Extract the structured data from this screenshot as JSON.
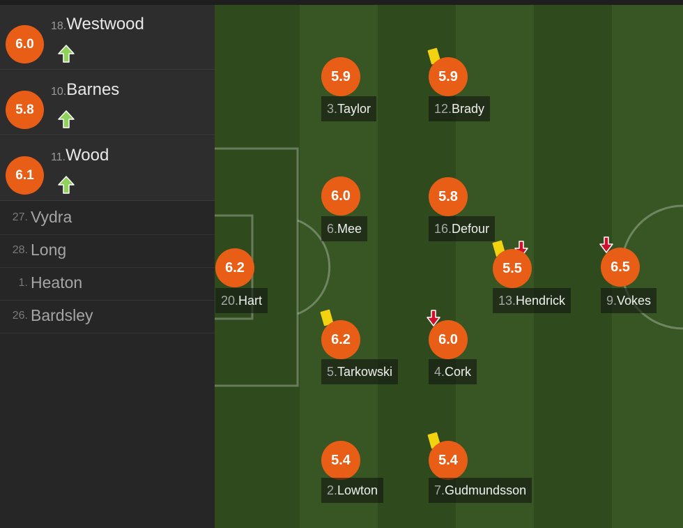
{
  "sidebar": {
    "substitutes_in": [
      {
        "num": "18.",
        "name": "Westwood",
        "rating": "6.0"
      },
      {
        "num": "10.",
        "name": "Barnes",
        "rating": "5.8"
      },
      {
        "num": "11.",
        "name": "Wood",
        "rating": "6.1"
      }
    ],
    "reserves": [
      {
        "num": "27.",
        "name": "Vydra"
      },
      {
        "num": "28.",
        "name": "Long"
      },
      {
        "num": "1.",
        "name": "Heaton"
      },
      {
        "num": "26.",
        "name": "Bardsley"
      }
    ]
  },
  "players": [
    {
      "num": "20.",
      "name": "Hart",
      "rating": "6.2"
    },
    {
      "num": "3.",
      "name": "Taylor",
      "rating": "5.9"
    },
    {
      "num": "12.",
      "name": "Brady",
      "rating": "5.9",
      "yellow_card": true
    },
    {
      "num": "6.",
      "name": "Mee",
      "rating": "6.0"
    },
    {
      "num": "16.",
      "name": "Defour",
      "rating": "5.8"
    },
    {
      "num": "13.",
      "name": "Hendrick",
      "rating": "5.5",
      "yellow_card": true,
      "subbed_off": true
    },
    {
      "num": "9.",
      "name": "Vokes",
      "rating": "6.5",
      "subbed_off": true
    },
    {
      "num": "5.",
      "name": "Tarkowski",
      "rating": "6.2",
      "yellow_card": true
    },
    {
      "num": "4.",
      "name": "Cork",
      "rating": "6.0",
      "subbed_off": true
    },
    {
      "num": "2.",
      "name": "Lowton",
      "rating": "5.4"
    },
    {
      "num": "7.",
      "name": "Gudmundsson",
      "rating": "5.4",
      "yellow_card": true
    }
  ],
  "icons": {
    "sub_in": "arrow-up-icon",
    "sub_off": "arrow-down-icon",
    "card": "yellow-card-icon"
  },
  "colors": {
    "rating_badge": "#e95e16",
    "pitch_dark": "#2f4a1d",
    "pitch_light": "#385624",
    "sub_in_arrow": "#8fd15a",
    "sub_off_arrow": "#d0102a",
    "yellow_card": "#f2d310"
  }
}
